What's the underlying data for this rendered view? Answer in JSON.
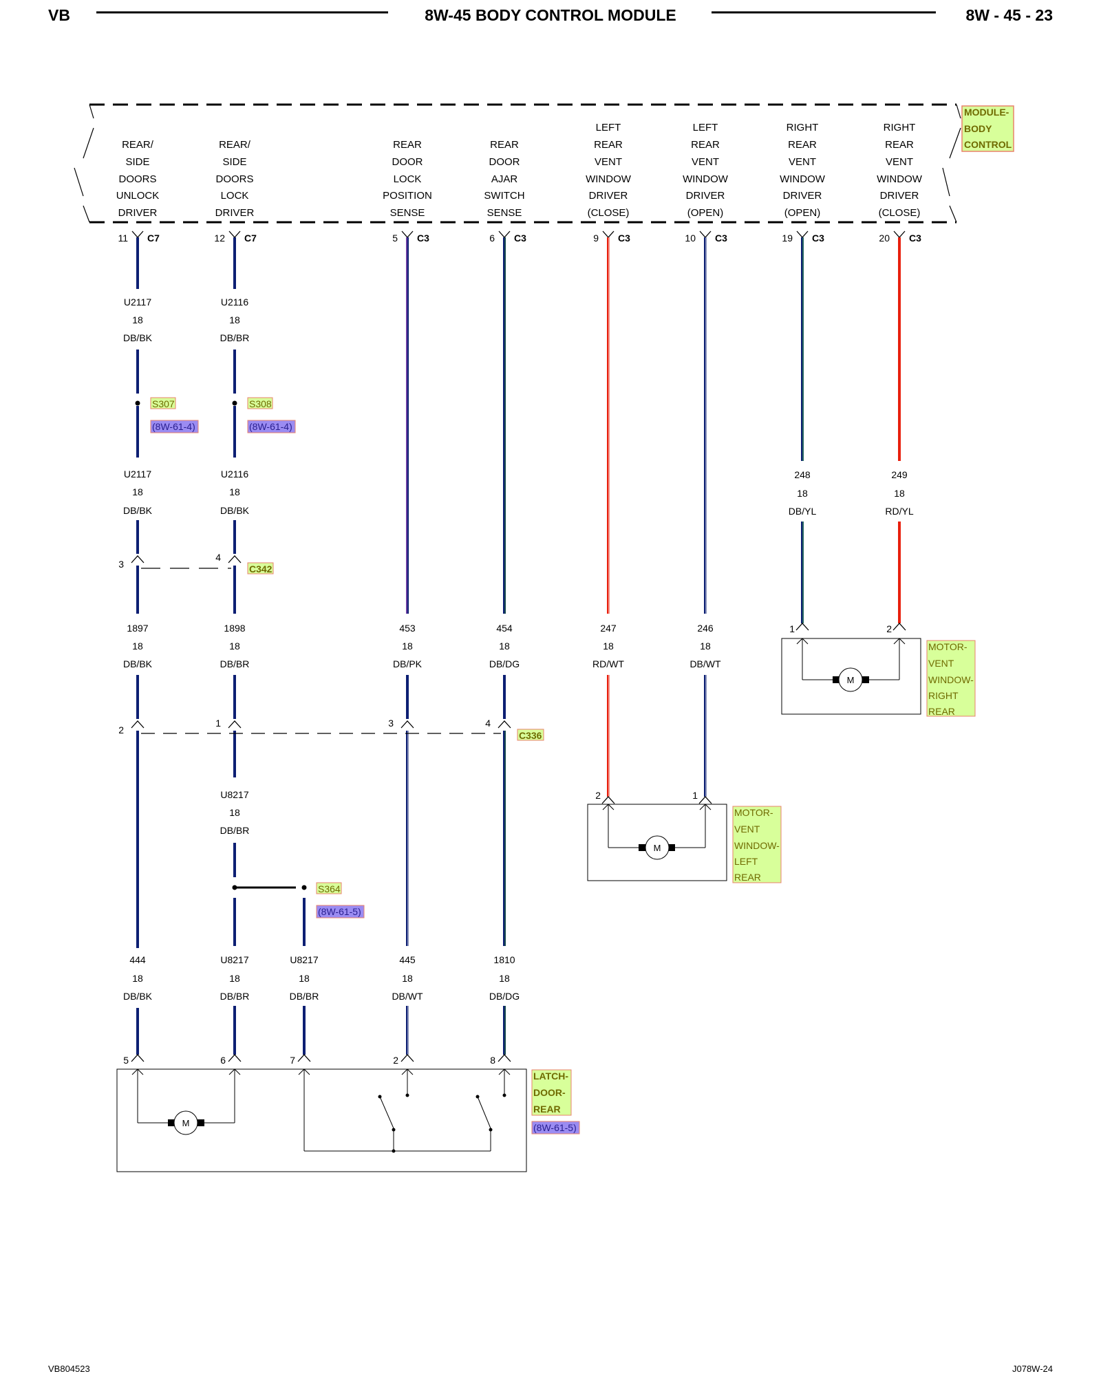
{
  "header": {
    "left": "VB",
    "title": "8W-45 BODY CONTROL MODULE",
    "page": "8W - 45 - 23"
  },
  "footer": {
    "left": "VB804523",
    "right": "J078W-24"
  },
  "module": {
    "tag": [
      "MODULE-",
      "BODY",
      "CONTROL"
    ],
    "functions": [
      [
        "REAR/",
        "SIDE",
        "DOORS",
        "UNLOCK",
        "DRIVER"
      ],
      [
        "REAR/",
        "SIDE",
        "DOORS",
        "LOCK",
        "DRIVER"
      ],
      [
        "REAR",
        "DOOR",
        "LOCK",
        "POSITION",
        "SENSE"
      ],
      [
        "REAR",
        "DOOR",
        "AJAR",
        "SWITCH",
        "SENSE"
      ],
      [
        "LEFT",
        "REAR",
        "VENT",
        "WINDOW",
        "DRIVER",
        "(CLOSE)"
      ],
      [
        "LEFT",
        "REAR",
        "VENT",
        "WINDOW",
        "DRIVER",
        "(OPEN)"
      ],
      [
        "RIGHT",
        "REAR",
        "VENT",
        "WINDOW",
        "DRIVER",
        "(OPEN)"
      ],
      [
        "RIGHT",
        "REAR",
        "VENT",
        "WINDOW",
        "DRIVER",
        "(CLOSE)"
      ]
    ],
    "pins": [
      {
        "pin": "11",
        "conn": "C7"
      },
      {
        "pin": "12",
        "conn": "C7"
      },
      {
        "pin": "5",
        "conn": "C3"
      },
      {
        "pin": "6",
        "conn": "C3"
      },
      {
        "pin": "9",
        "conn": "C3"
      },
      {
        "pin": "10",
        "conn": "C3"
      },
      {
        "pin": "19",
        "conn": "C3"
      },
      {
        "pin": "20",
        "conn": "C3"
      }
    ]
  },
  "wires": {
    "w1a": [
      "U2117",
      "18",
      "DB/BK"
    ],
    "w2a": [
      "U2116",
      "18",
      "DB/BR"
    ],
    "w1b": [
      "U2117",
      "18",
      "DB/BK"
    ],
    "w2b": [
      "U2116",
      "18",
      "DB/BK"
    ],
    "w7": [
      "248",
      "18",
      "DB/YL"
    ],
    "w8": [
      "249",
      "18",
      "RD/YL"
    ],
    "w1c": [
      "1897",
      "18",
      "DB/BK"
    ],
    "w2c": [
      "1898",
      "18",
      "DB/BR"
    ],
    "w3": [
      "453",
      "18",
      "DB/PK"
    ],
    "w4": [
      "454",
      "18",
      "DB/DG"
    ],
    "w5": [
      "247",
      "18",
      "RD/WT"
    ],
    "w6": [
      "246",
      "18",
      "DB/WT"
    ],
    "w2d": [
      "U8217",
      "18",
      "DB/BR"
    ],
    "w1e": [
      "444",
      "18",
      "DB/BK"
    ],
    "w2e": [
      "U8217",
      "18",
      "DB/BR"
    ],
    "w9": [
      "U8217",
      "18",
      "DB/BR"
    ],
    "w3e": [
      "445",
      "18",
      "DB/WT"
    ],
    "w4e": [
      "1810",
      "18",
      "DB/DG"
    ]
  },
  "splices": {
    "s307": {
      "id": "S307",
      "ref": "(8W-61-4)"
    },
    "s308": {
      "id": "S308",
      "ref": "(8W-61-4)"
    },
    "s364": {
      "id": "S364",
      "ref": "(8W-61-5)"
    }
  },
  "connectors": {
    "c342": {
      "id": "C342",
      "pins": [
        "3",
        "4"
      ]
    },
    "c336": {
      "id": "C336",
      "pins": [
        "2",
        "1",
        "3",
        "4"
      ]
    }
  },
  "motor_right": {
    "label": [
      "MOTOR-",
      "VENT",
      "WINDOW-",
      "RIGHT",
      "REAR"
    ],
    "pins": [
      "1",
      "2"
    ],
    "m": "M"
  },
  "motor_left": {
    "label": [
      "MOTOR-",
      "VENT",
      "WINDOW-",
      "LEFT",
      "REAR"
    ],
    "pins": [
      "2",
      "1"
    ],
    "m": "M"
  },
  "latch": {
    "label": [
      "LATCH-",
      "DOOR-",
      "REAR"
    ],
    "ref": "(8W-61-5)",
    "pins": [
      "5",
      "6",
      "7",
      "2",
      "8"
    ],
    "m": "M"
  },
  "colors": {
    "dark_blue": "#0d1f73",
    "red": "#e8200e",
    "tag_fill": "#d8ff9a",
    "tag_border": "#e8826b",
    "ref_fill": "#9b8cf2"
  }
}
